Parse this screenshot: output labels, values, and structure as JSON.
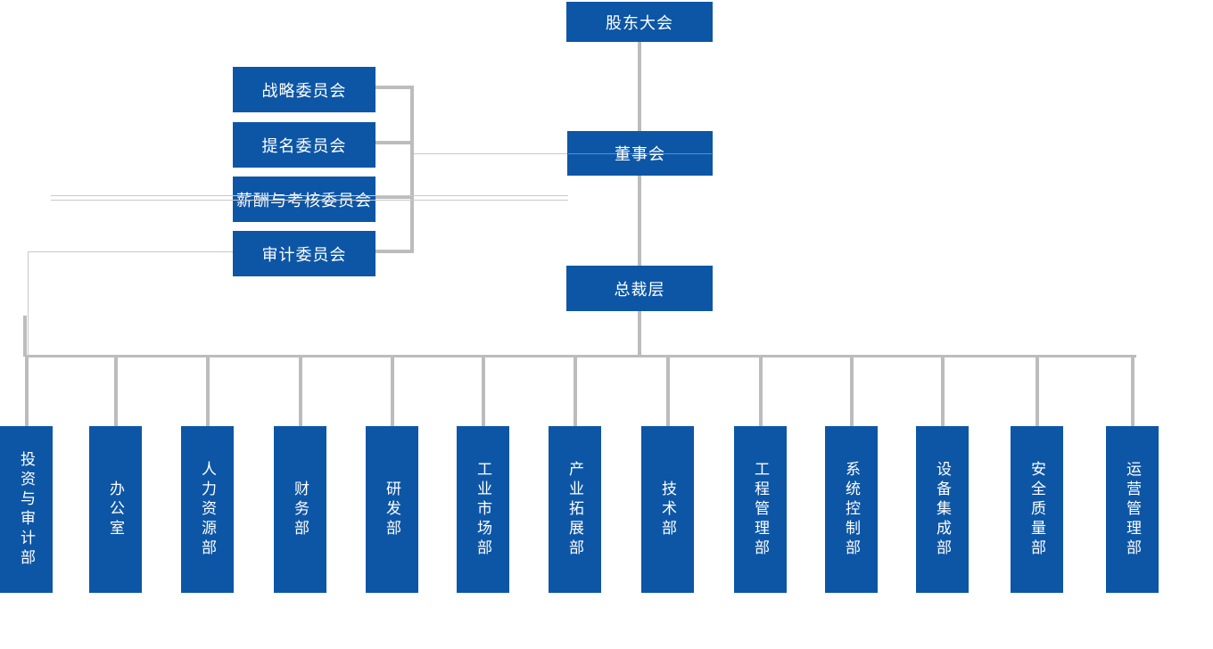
{
  "diagram_type": "organization-chart",
  "colors": {
    "node_fill": "#0d56a6",
    "node_text": "#ffffff",
    "connector_thick": "#bcbcbc",
    "connector_thin": "#c9c9c9"
  },
  "top_nodes": {
    "shareholders": "股东大会",
    "board": "董事会",
    "president": "总裁层"
  },
  "committees": [
    "战略委员会",
    "提名委员会",
    "薪酬与考核委员会",
    "审计委员会"
  ],
  "departments": [
    "投资与审计部",
    "办公室",
    "人力资源部",
    "财务部",
    "研发部",
    "工业市场部",
    "产业拓展部",
    "技术部",
    "工程管理部",
    "系统控制部",
    "设备集成部",
    "安全质量部",
    "运营管理部"
  ]
}
